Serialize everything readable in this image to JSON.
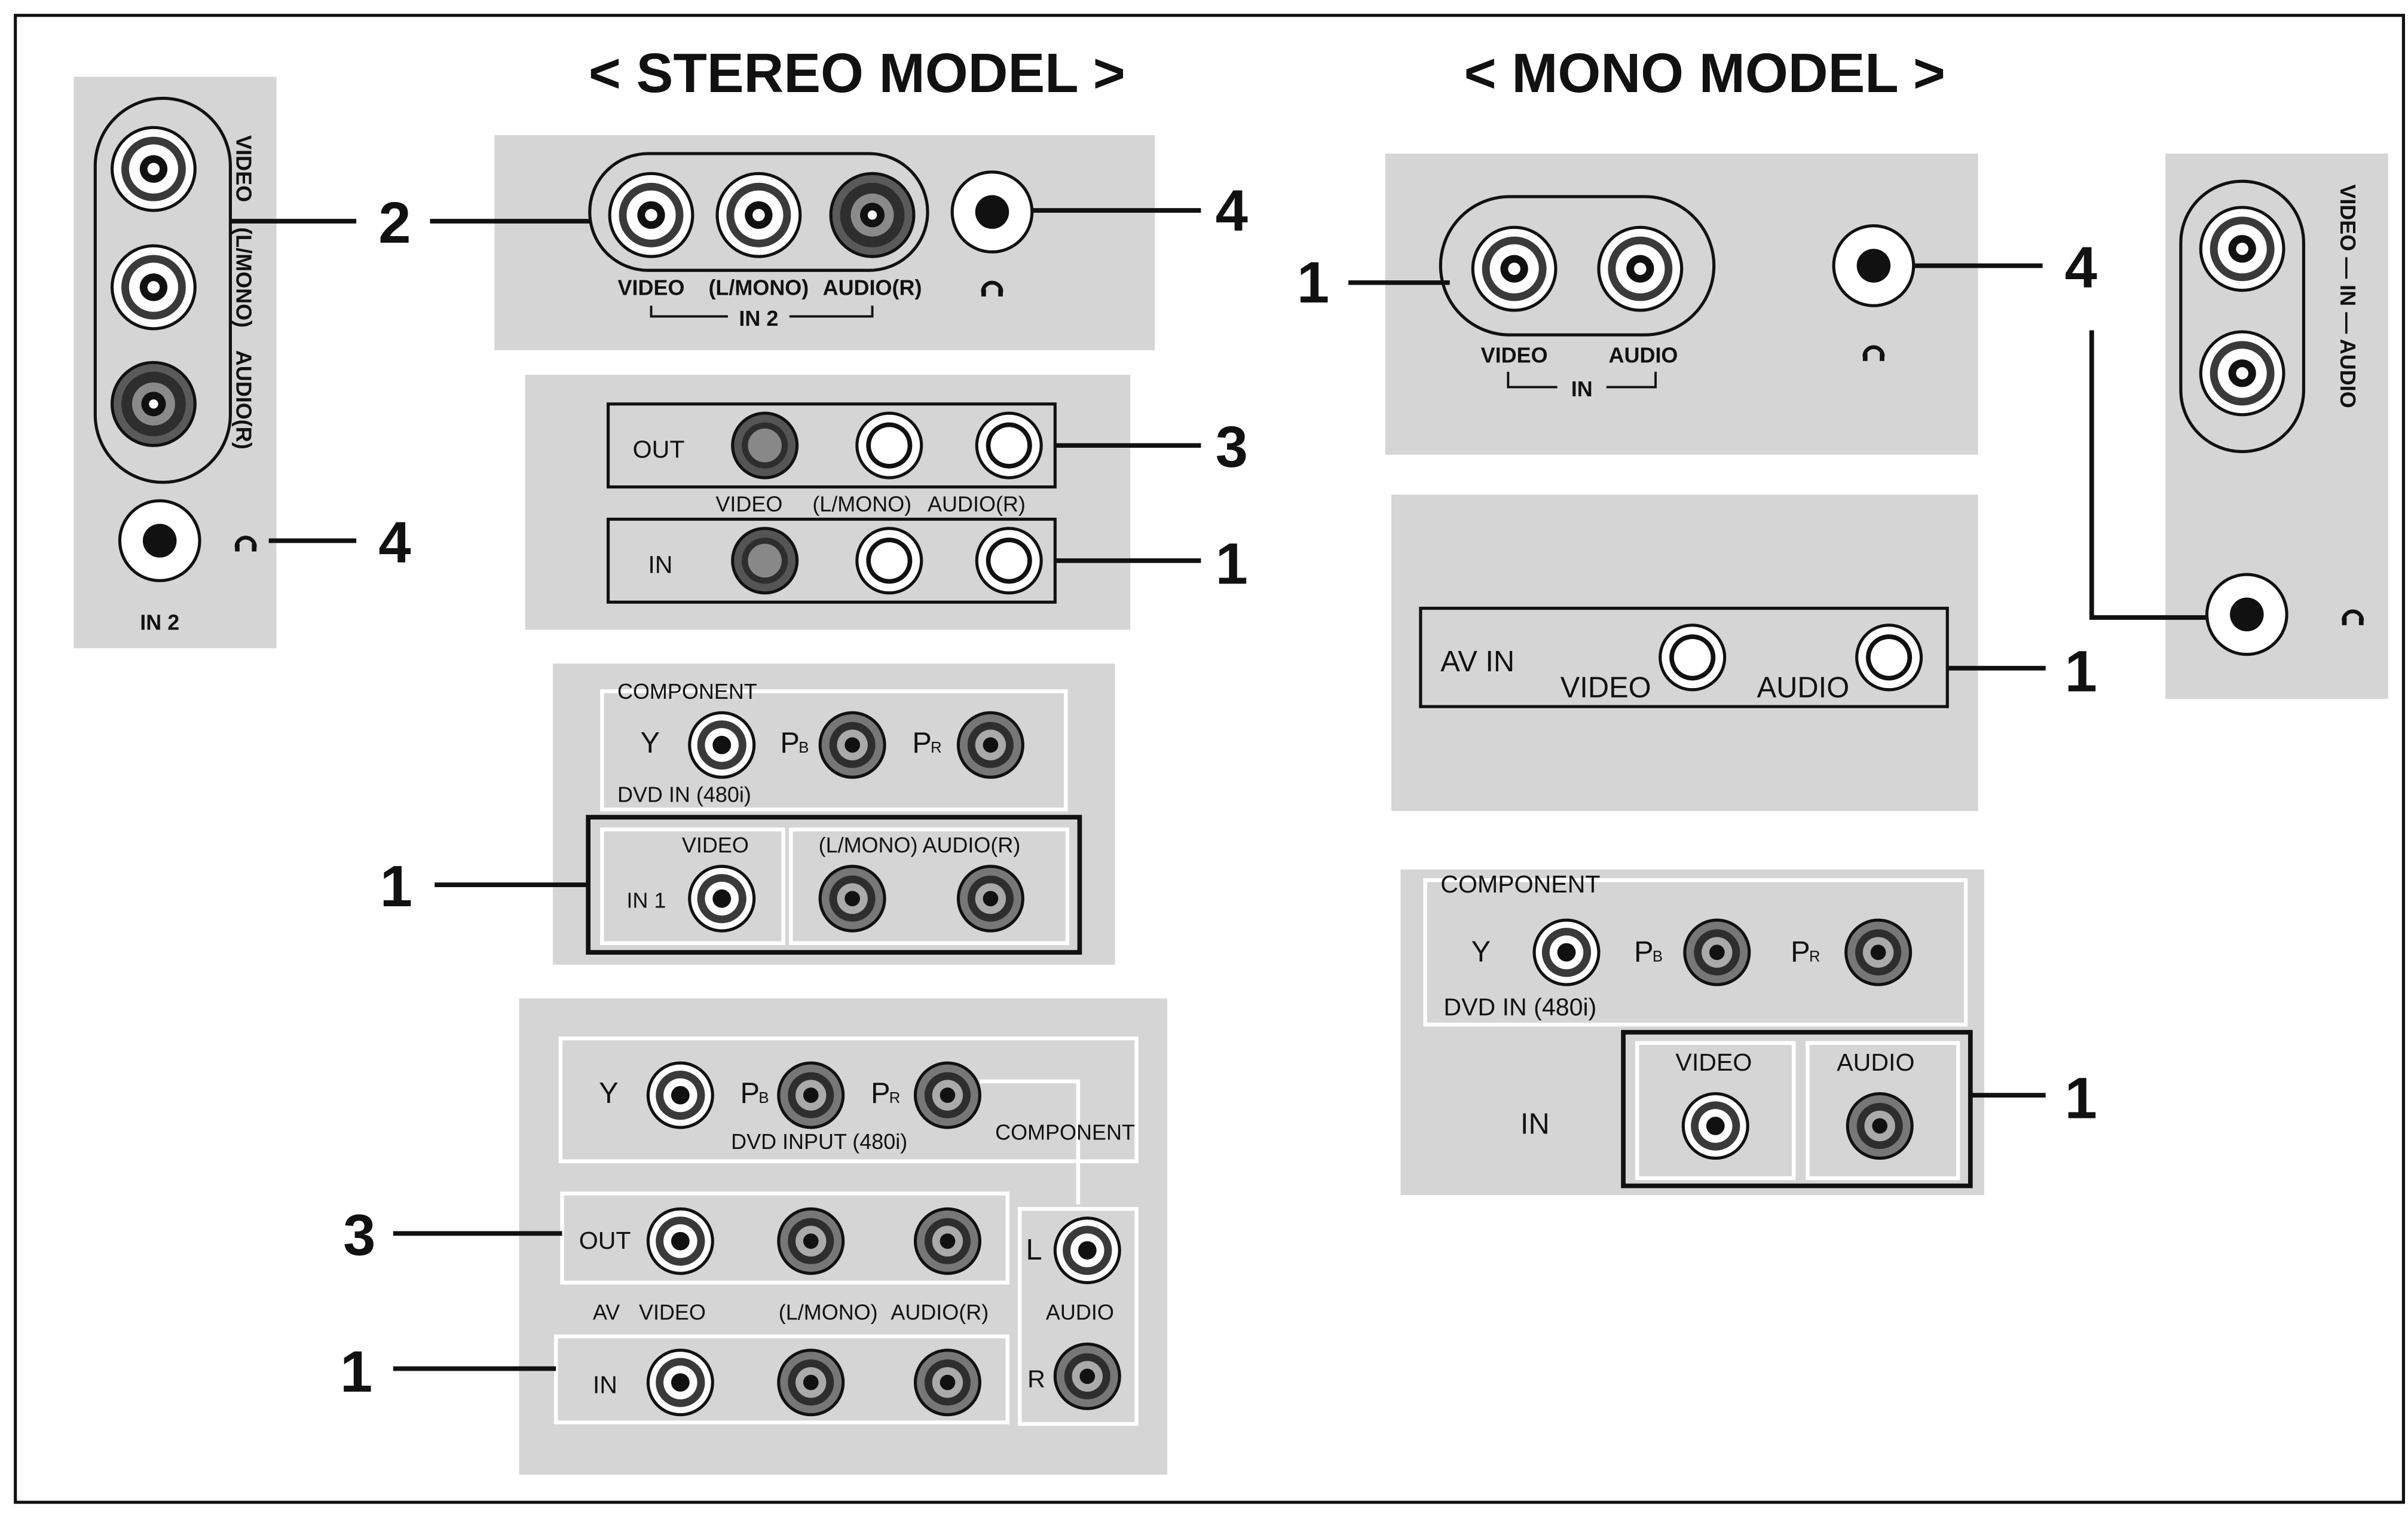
{
  "stereo": {
    "title": "< STEREO MODEL >",
    "side_panel": {
      "labels": [
        "VIDEO",
        "(L/MONO)",
        "AUDIO(R)"
      ],
      "bottom_label": "IN 2",
      "callout_jacks": "2",
      "callout_headphone": "4"
    },
    "top_panel": {
      "labels": [
        "VIDEO",
        "(L/MONO)",
        "AUDIO(R)"
      ],
      "group_label": "IN 2",
      "callout_jacks": "2",
      "callout_headphone": "4"
    },
    "out_in_panel": {
      "out_label": "OUT",
      "in_label": "IN",
      "labels": [
        "VIDEO",
        "(L/MONO)",
        "AUDIO(R)"
      ],
      "callout_out": "3",
      "callout_in": "1"
    },
    "component_panel": {
      "component_label": "COMPONENT",
      "y": "Y",
      "pb_main": "P",
      "pb_sub": "B",
      "pr_main": "P",
      "pr_sub": "R",
      "dvd_label": "DVD IN (480i)",
      "video_label": "VIDEO",
      "audio_label": "(L/MONO)  AUDIO(R)",
      "in1_label": "IN 1",
      "callout": "1"
    },
    "large_panel": {
      "y": "Y",
      "pb_main": "P",
      "pb_sub": "B",
      "pr_main": "P",
      "pr_sub": "R",
      "dvd_label": "DVD INPUT (480i)",
      "component_label": "COMPONENT",
      "out_label": "OUT",
      "in_label": "IN",
      "av_label": "AV",
      "video_label": "VIDEO",
      "lmono_label": "(L/MONO)",
      "audior_label": "AUDIO(R)",
      "l_label": "L",
      "r_label": "R",
      "audio_label": "AUDIO",
      "callout_out": "3",
      "callout_in": "1"
    }
  },
  "mono": {
    "title": "< MONO MODEL >",
    "top_panel": {
      "video_label": "VIDEO",
      "audio_label": "AUDIO",
      "group_label": "IN",
      "callout_jacks": "1",
      "callout_headphone": "4"
    },
    "side_panel": {
      "label": "VIDEO — IN — AUDIO"
    },
    "av_in_panel": {
      "av_in_label": "AV IN",
      "video_label": "VIDEO",
      "audio_label": "AUDIO",
      "callout": "1"
    },
    "component_panel": {
      "component_label": "COMPONENT",
      "y": "Y",
      "pb_main": "P",
      "pb_sub": "B",
      "pr_main": "P",
      "pr_sub": "R",
      "dvd_label": "DVD IN (480i)",
      "in_label": "IN",
      "video_label": "VIDEO",
      "audio_label": "AUDIO",
      "callout": "1"
    }
  },
  "colors": {
    "panel": "#d5d5d5",
    "jack_dark": "#3a3a3a",
    "jack_white": "#ffffff",
    "line": "#111111"
  },
  "icons": [
    "headphone-icon",
    "rca-jack-icon",
    "headphone-jack-icon"
  ]
}
